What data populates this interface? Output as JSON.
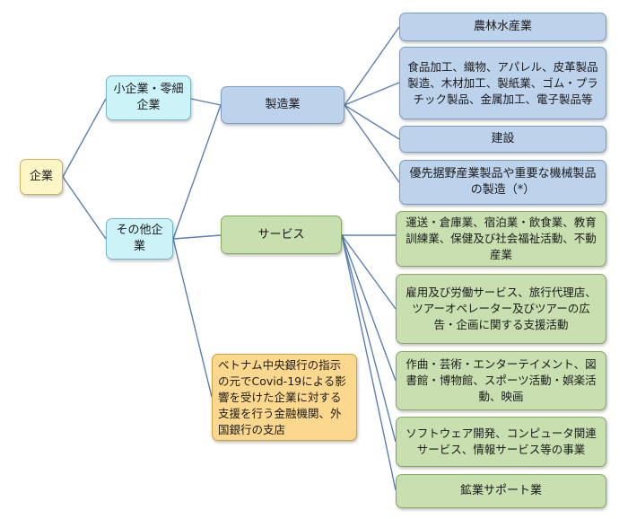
{
  "root": "企業",
  "small": "小企業・零細企業",
  "other": "その他企業",
  "manufacturing": "製造業",
  "services": "サービス",
  "bank": "ベトナム中央銀行の指示の元でCovid-19による影響を受けた企業に対する支援を行う金融機関、外国銀行の支店",
  "manufacturing_items": [
    "農林水産業",
    "食品加工、織物、アパレル、皮革製品製造、木材加工、製紙業、ゴム・プラチック製品、金属加工、電子製品等",
    "建設",
    "優先据野産業製品や重要な機械製品の製造（*）"
  ],
  "service_items": [
    "運送・倉庫業、宿泊業・飲食業、教育訓練業、保健及び社会福祉活動、不動産業",
    "雇用及び労働サービス、旅行代理店、ツアーオペレーター及びツアーの広告・企画に関する支援活動",
    "作曲・芸術・エンターテイメント、図書館・博物館、スポーツ活動・娯楽活動、映画",
    "ソフトウェア開発、コンピュータ関連サービス、情報サービス等の事業",
    "鉱業サポート業"
  ]
}
